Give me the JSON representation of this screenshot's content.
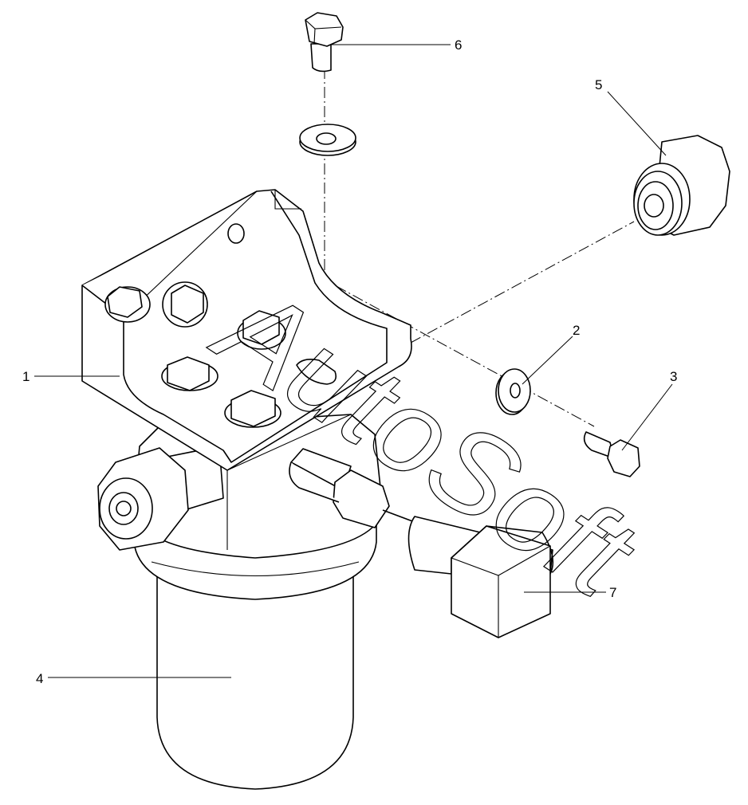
{
  "callouts": {
    "c1": "1",
    "c2": "2",
    "c3": "3",
    "c4": "4",
    "c5": "5",
    "c6": "6",
    "c7": "7"
  },
  "watermark": "AutoSoft",
  "colors": {
    "line": "#000000",
    "background": "#ffffff"
  }
}
